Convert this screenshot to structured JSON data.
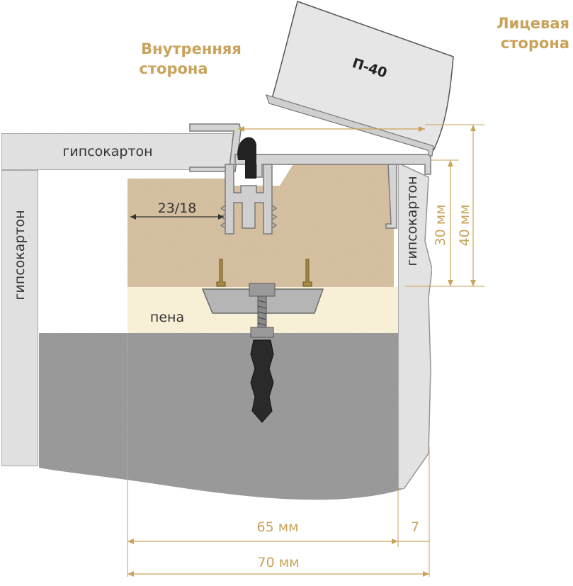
{
  "labels": {
    "inner_side_line1": "Внутренняя",
    "inner_side_line2": "сторона",
    "face_side_line1": "Лицевая",
    "face_side_line2": "сторона",
    "profile": "П-40",
    "drywall_top": "гипсокартон",
    "drywall_left": "гипсокартон",
    "drywall_right": "гипсокартон",
    "foam": "пена",
    "groove": "23/18"
  },
  "dimensions": {
    "d30": "30 мм",
    "d40": "40 мм",
    "d65": "65 мм",
    "d7": "7",
    "d70": "70 мм"
  },
  "colors": {
    "accent": "#c9a35b",
    "drywall": "#e6e6e6",
    "board": "#d8c4a4",
    "foam": "#f7f0d6",
    "concrete": "#9a9a9a",
    "profile": "#d4d4d4"
  }
}
